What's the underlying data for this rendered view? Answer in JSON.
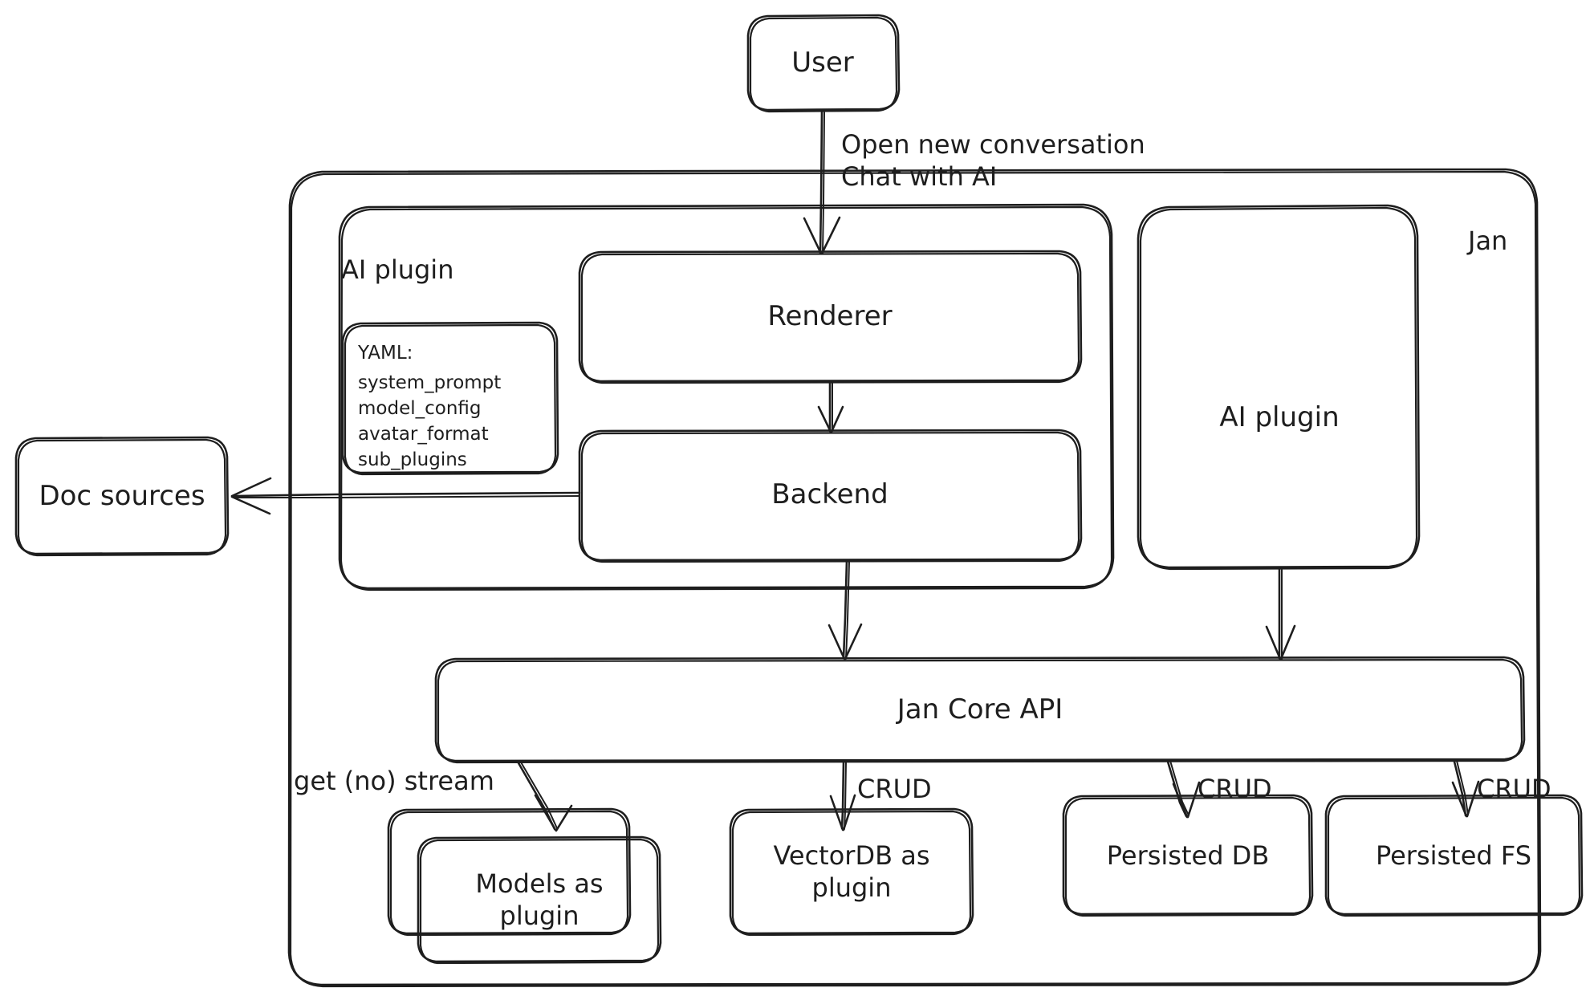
{
  "diagram": {
    "title_note": "Jan architecture hand-drawn diagram",
    "style": "excalidraw-hand-drawn",
    "stroke_color": "#1e1e1e",
    "background_color": "#ffffff",
    "containers": {
      "jan": {
        "label": "Jan"
      },
      "ai_plugin_group": {
        "label": "AI plugin"
      }
    },
    "nodes": {
      "user": {
        "label": "User"
      },
      "renderer": {
        "label": "Renderer"
      },
      "backend": {
        "label": "Backend"
      },
      "doc_sources": {
        "label": "Doc sources"
      },
      "ai_plugin_right": {
        "label": "AI plugin"
      },
      "jan_core_api": {
        "label": "Jan Core API"
      },
      "models_as_plugin": {
        "label": "Models as\nplugin"
      },
      "vectordb_as_plugin": {
        "label": "VectorDB as\nplugin"
      },
      "persisted_db": {
        "label": "Persisted DB"
      },
      "persisted_fs": {
        "label": "Persisted FS"
      }
    },
    "yaml_note": {
      "title": "YAML:",
      "lines": [
        "system_prompt",
        "model_config",
        "avatar_format",
        "sub_plugins"
      ]
    },
    "edge_labels": {
      "user_to_renderer": "Open new conversation\nChat with AI",
      "core_to_models": "get (no) stream",
      "core_to_vectordb": "CRUD",
      "core_to_persisted_db": "CRUD",
      "core_to_persisted_fs": "CRUD"
    }
  }
}
